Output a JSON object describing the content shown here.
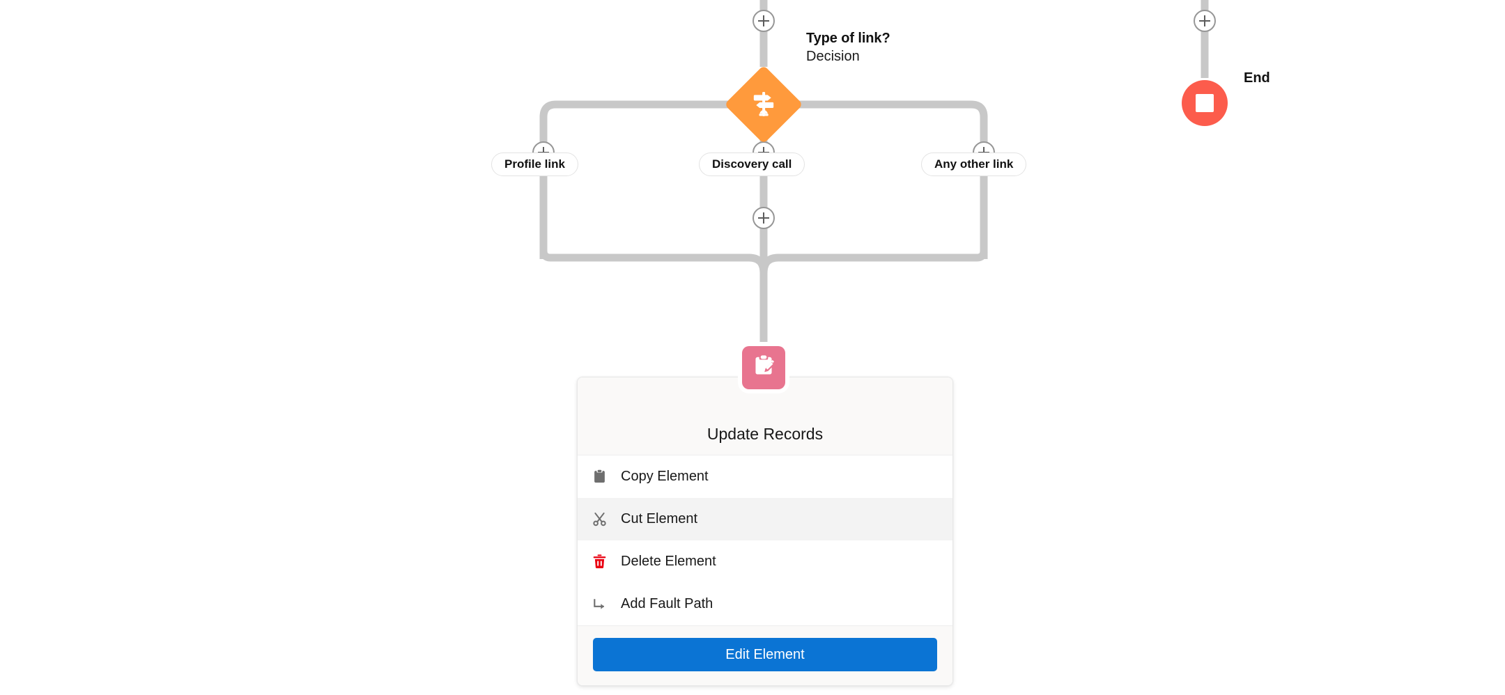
{
  "flow": {
    "decision_node": {
      "title": "Type of link?",
      "subtitle": "Decision",
      "icon": "signpost-icon",
      "color": "#ff9a3c"
    },
    "branches": [
      {
        "label": "Profile link"
      },
      {
        "label": "Discovery call"
      },
      {
        "label": "Any other link"
      }
    ],
    "end_node": {
      "label": "End",
      "icon": "stop-square-icon",
      "color": "#fc5c4c"
    },
    "add_buttons": [
      {
        "name": "add-element-above-decision"
      },
      {
        "name": "add-element-branch-profile-link"
      },
      {
        "name": "add-element-branch-discovery-call"
      },
      {
        "name": "add-element-branch-any-other-link"
      },
      {
        "name": "add-element-after-merge"
      },
      {
        "name": "add-element-before-end"
      }
    ],
    "connector_color": "#c8c8c8"
  },
  "context_menu": {
    "element_icon": "clipboard-pencil-icon",
    "element_icon_color": "#e8748f",
    "element_title": "Update Records",
    "items": [
      {
        "label": "Copy Element",
        "icon": "clipboard-icon",
        "icon_color": "#6e6e6e",
        "hovered": false
      },
      {
        "label": "Cut Element",
        "icon": "scissors-icon",
        "icon_color": "#6e6e6e",
        "hovered": true
      },
      {
        "label": "Delete Element",
        "icon": "trash-icon",
        "icon_color": "#ea0011",
        "hovered": false
      },
      {
        "label": "Add Fault Path",
        "icon": "fault-path-arrow-icon",
        "icon_color": "#6e6e6e",
        "hovered": false
      }
    ],
    "primary_button": {
      "label": "Edit Element",
      "color": "#0b74d4"
    }
  }
}
